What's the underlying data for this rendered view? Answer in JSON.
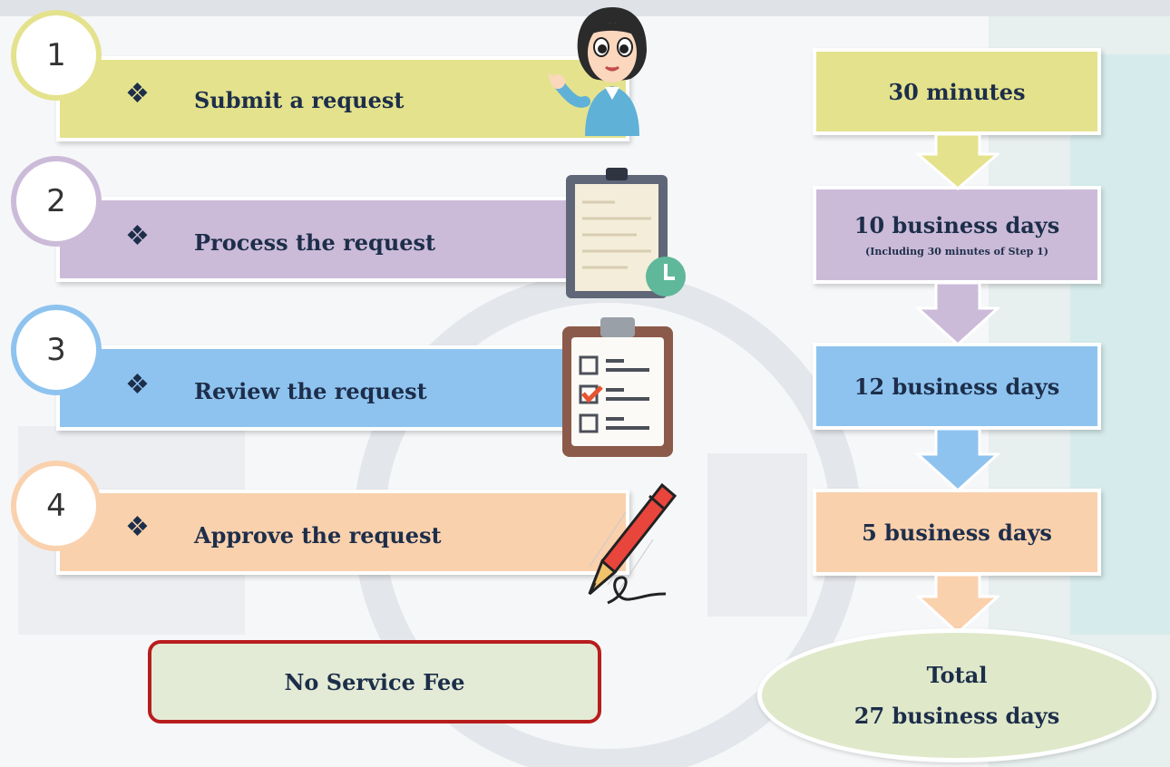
{
  "steps": [
    {
      "number": "1",
      "label": "Submit a request",
      "icon": "woman-presenting-icon",
      "color": "#e4e28c",
      "circle_border": "#e4e28c"
    },
    {
      "number": "2",
      "label": "Process the request",
      "icon": "clipboard-clock-icon",
      "color": "#cbbbd8",
      "circle_border": "#cbbbd8"
    },
    {
      "number": "3",
      "label": "Review the request",
      "icon": "checklist-clipboard-icon",
      "color": "#8ec3ef",
      "circle_border": "#8ec3ef"
    },
    {
      "number": "4",
      "label": "Approve the request",
      "icon": "pen-signature-icon",
      "color": "#fad1ad",
      "circle_border": "#fad1ad"
    }
  ],
  "bullet_glyph": "❖",
  "timeline": [
    {
      "main": "30 minutes",
      "sub": "",
      "color": "#e4e28c"
    },
    {
      "main": "10 business days",
      "sub": "(Including 30 minutes of Step 1)",
      "color": "#cbbbd8"
    },
    {
      "main": "12 business days",
      "sub": "",
      "color": "#8ec3ef"
    },
    {
      "main": "5 business days",
      "sub": "",
      "color": "#fad1ad"
    }
  ],
  "fee": {
    "label": "No Service Fee",
    "border_color": "#b81d1d"
  },
  "total": {
    "line1": "Total",
    "line2": "27 business days"
  }
}
